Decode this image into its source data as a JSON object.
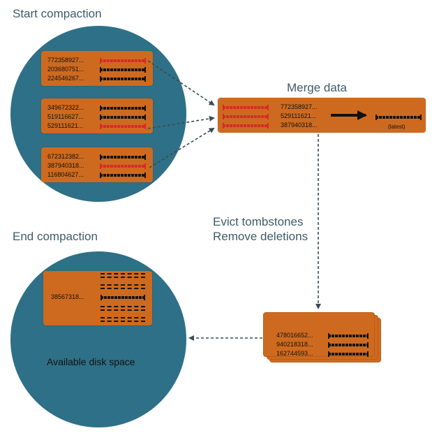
{
  "labels": {
    "start": "Start compaction",
    "merge": "Merge data",
    "evict_line1": "Evict tombstones",
    "evict_line2": "Remove deletions",
    "end": "End compaction",
    "available": "Available disk space",
    "latest": "(latest)"
  },
  "start_blocks": [
    {
      "rows": [
        {
          "id": "772358927...",
          "color": "red"
        },
        {
          "id": "203680751...",
          "color": "black"
        },
        {
          "id": "224546267...",
          "color": "black"
        }
      ]
    },
    {
      "rows": [
        {
          "id": "349672322...",
          "color": "black"
        },
        {
          "id": "519116627...",
          "color": "black"
        },
        {
          "id": "529111621...",
          "color": "red"
        }
      ]
    },
    {
      "rows": [
        {
          "id": "672312382...",
          "color": "black"
        },
        {
          "id": "387940318...",
          "color": "red"
        },
        {
          "id": "116804627...",
          "color": "black"
        }
      ]
    }
  ],
  "merge_rows": [
    "772358927...",
    "529111621...",
    "387940318..."
  ],
  "evicted_rows": [
    "478016652...",
    "940218318...",
    "162744593..."
  ],
  "end_block_id": "38567318...",
  "colors": {
    "circle": "#2e7087",
    "block": "#ce6a1f",
    "red": "#d62a2a",
    "black": "#141414",
    "label": "#3f5b68"
  }
}
